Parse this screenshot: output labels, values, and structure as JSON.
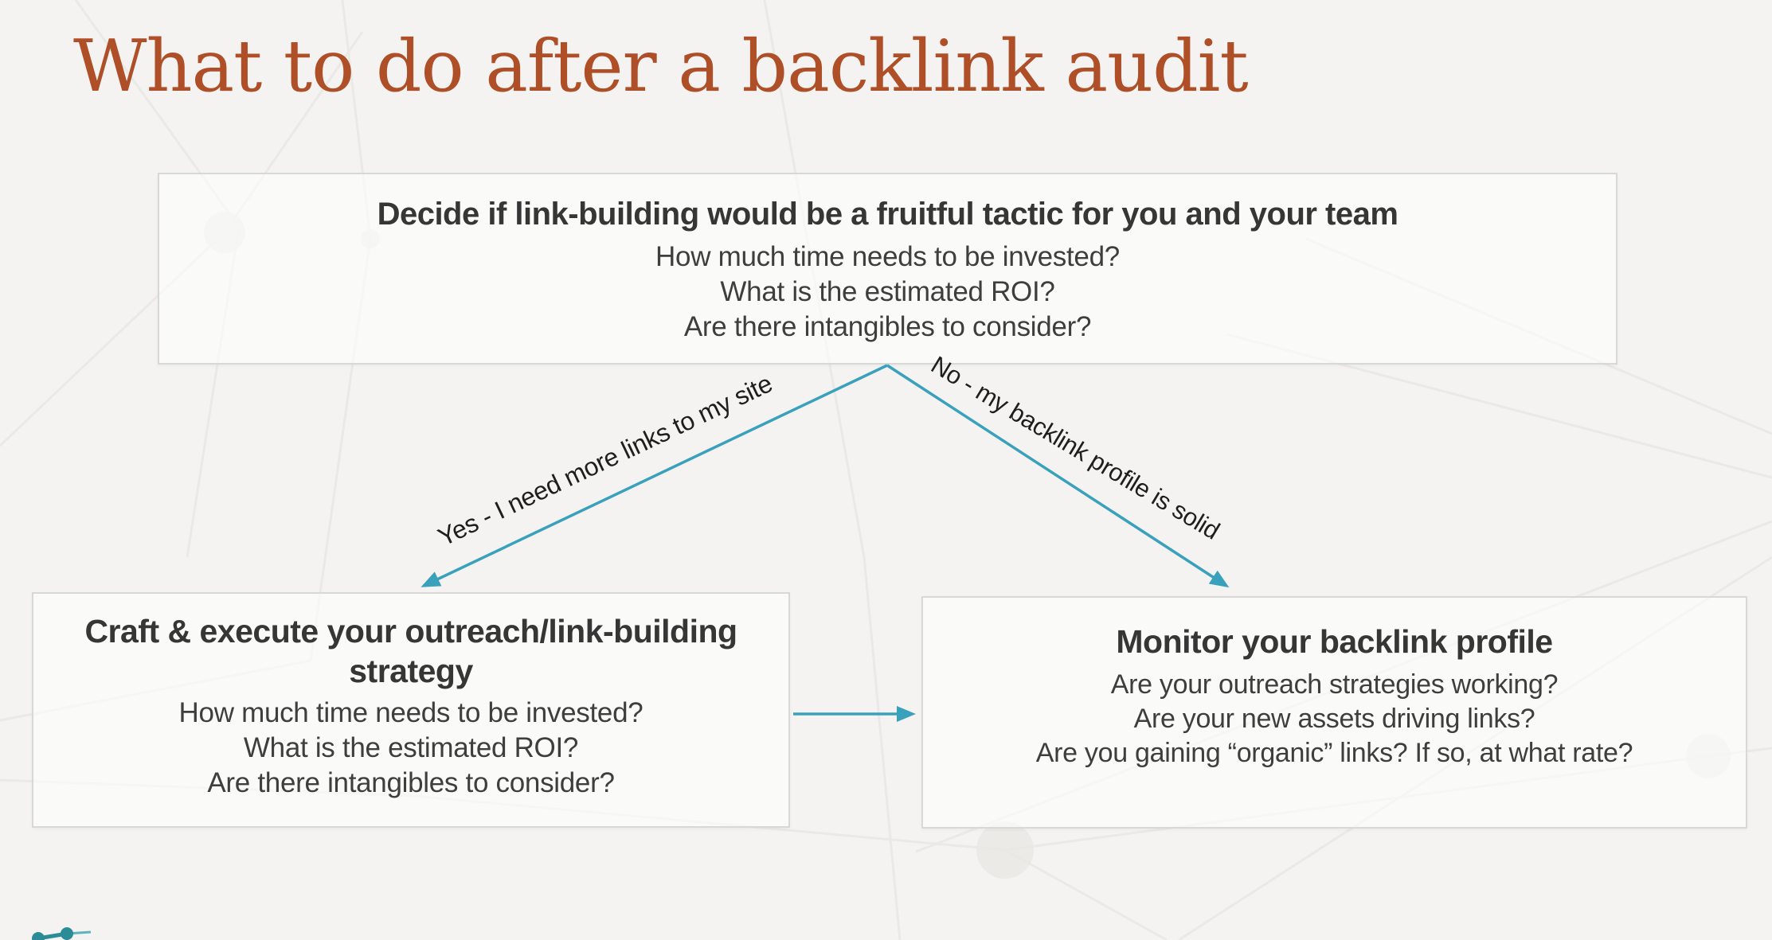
{
  "slide": {
    "title": "What to do after a backlink audit"
  },
  "colors": {
    "background": "#f4f3f1",
    "title_orange": "#ae4f28",
    "arrow_teal": "#3aa1bd",
    "heading_gray": "#363636",
    "body_gray": "#3e3e3e",
    "box_border": "#d9d8d6"
  },
  "flowchart": {
    "decision_box": {
      "heading": "Decide if link-building would be a fruitful tactic for you and your team",
      "questions": [
        "How much time needs to be invested?",
        "What is the estimated ROI?",
        "Are there intangibles to consider?"
      ]
    },
    "yes_branch": {
      "label": "Yes - I need more links to my site"
    },
    "no_branch": {
      "label": "No - my backlink profile is solid"
    },
    "outreach_box": {
      "heading": "Craft & execute your outreach/link-building strategy",
      "questions": [
        "How much time needs to be invested?",
        "What is the estimated ROI?",
        "Are there intangibles to consider?"
      ]
    },
    "monitor_box": {
      "heading": "Monitor your backlink profile",
      "questions": [
        "Are your outreach strategies working?",
        "Are your new assets driving links?",
        "Are you gaining “organic” links? If so, at what rate?"
      ]
    }
  },
  "footer": {
    "brand_mark_icon": "teal-link-nodes"
  }
}
